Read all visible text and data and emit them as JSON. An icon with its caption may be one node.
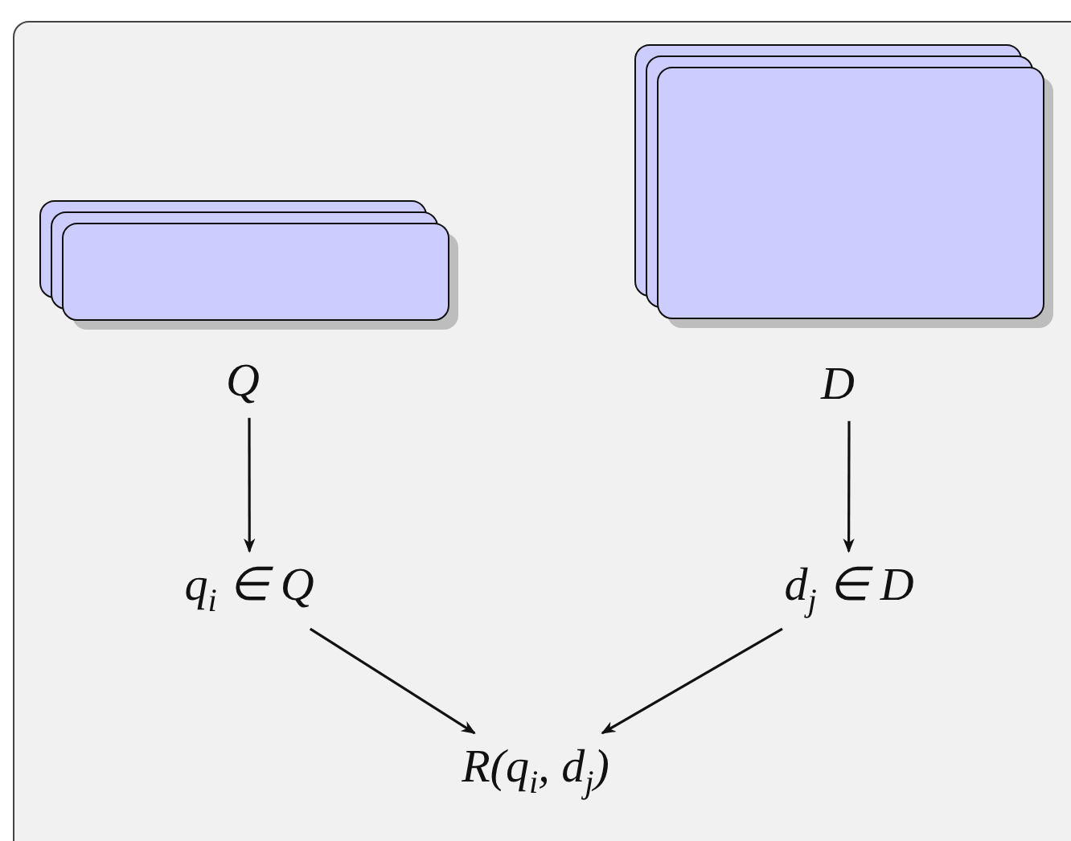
{
  "diagram": {
    "nodes": [
      {
        "text": [
          "Q"
        ]
      },
      {
        "text": [
          "D"
        ]
      },
      {
        "text": [
          "q$_{i}$ ∈ Q"
        ]
      },
      {
        "text": [
          "d$_{j}$ ∈ D"
        ]
      },
      {
        "text": [
          "R(q$_{i}$, d$_{j}$)"
        ]
      }
    ],
    "edges": [
      {
        "from": 0,
        "to": 2,
        "arrow": "to"
      },
      {
        "from": 1,
        "to": 3,
        "arrow": "to"
      },
      {
        "from": 2,
        "to": 4,
        "arrow": "to"
      },
      {
        "from": 3,
        "to": 4,
        "arrow": "to"
      }
    ]
  }
}
